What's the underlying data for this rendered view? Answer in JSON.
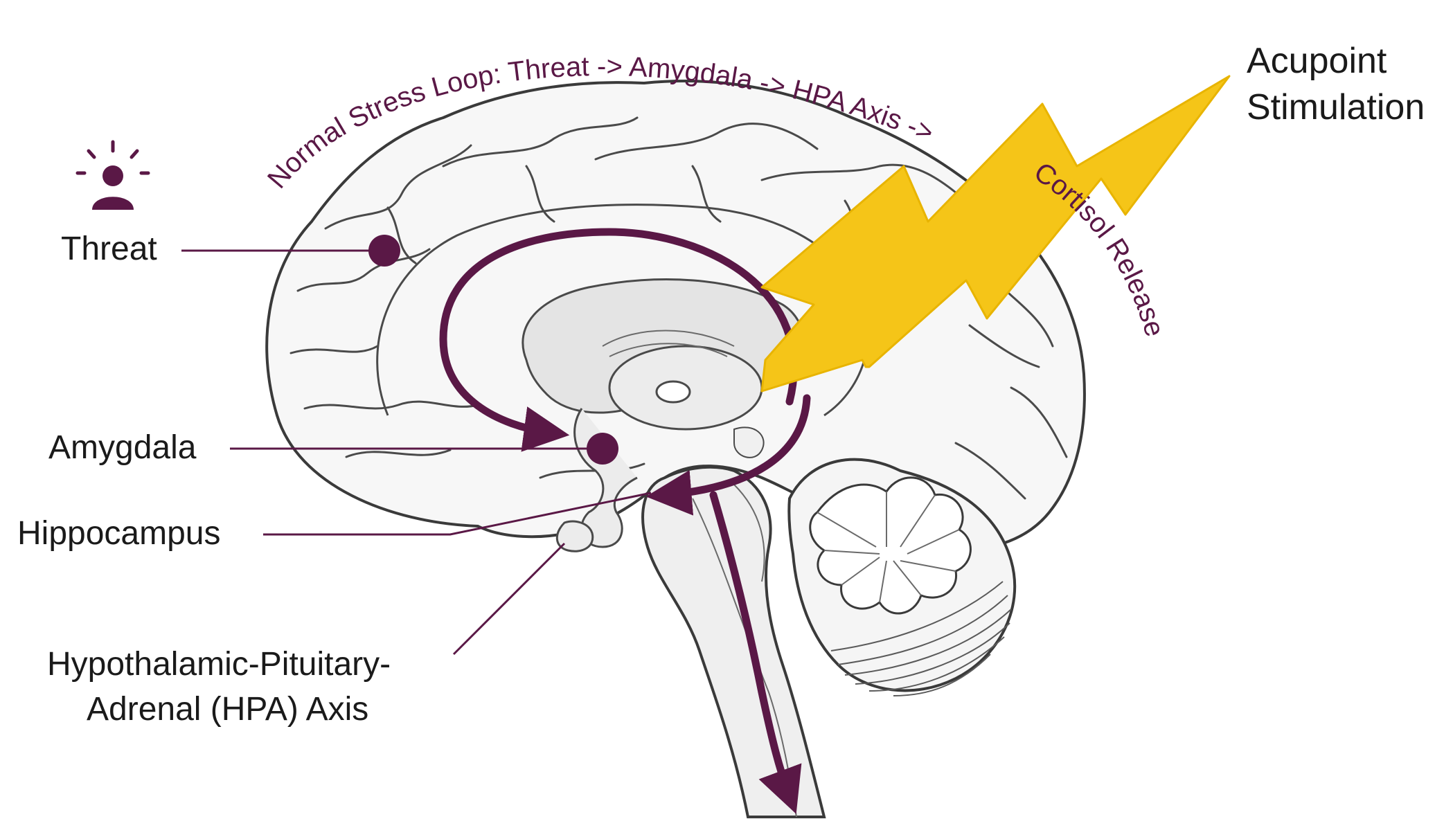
{
  "arc_caption_top": "Normal Stress Loop: Threat -> Amygdala -> HPA Axis ->",
  "arc_caption_side": "Cortisol Release",
  "acupoint": {
    "line1": "Acupoint",
    "line2": "Stimulation"
  },
  "labels": {
    "threat": "Threat",
    "amygdala": "Amygdala",
    "hippocampus": "Hippocampus",
    "hpa_line1": "Hypothalamic-Pituitary-",
    "hpa_line2": "Adrenal (HPA) Axis"
  },
  "icons": {
    "threat": "alert-person-icon"
  },
  "colors": {
    "loop": "#5a1846",
    "bolt": "#f5c518",
    "brain_outline": "#3a3a3a",
    "brain_fill": "#f7f7f7",
    "inner_fill": "#e4e4e4"
  }
}
